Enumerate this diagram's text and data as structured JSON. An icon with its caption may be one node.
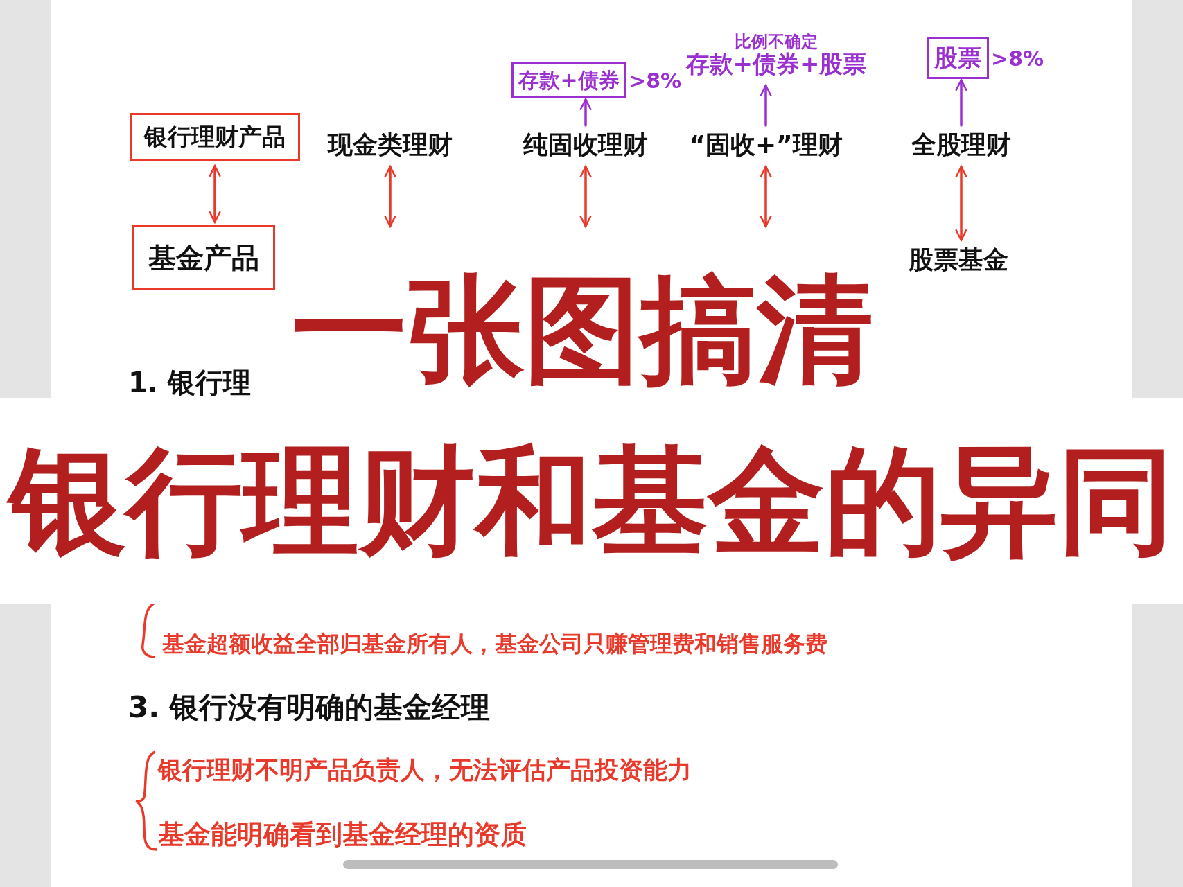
{
  "diagram": {
    "title": "一张图搞清",
    "nodes": [
      {
        "text": [
          "银行理财产品"
        ]
      },
      {
        "text": [
          "基金产品"
        ]
      },
      {
        "text": [
          "现金类理财"
        ]
      },
      {
        "text": [
          "纯固收理财"
        ]
      },
      {
        "text": [
          "“固收+”理财"
        ]
      },
      {
        "text": [
          "全股理财"
        ]
      },
      {
        "text": [
          "股票基金"
        ]
      },
      {
        "text": [
          "存款+债券"
        ],
        "beside": [
          ">8%"
        ]
      },
      {
        "text": [
          "比例不确定",
          "存款+债券+股票"
        ]
      },
      {
        "text": [
          "股票"
        ],
        "beside": [
          ">8%"
        ]
      }
    ],
    "edges": [
      {
        "from": 0,
        "to": 1,
        "arrow": "both"
      },
      {
        "from": 2,
        "to": null,
        "arrow": "both"
      },
      {
        "from": 3,
        "to": null,
        "arrow": "both"
      },
      {
        "from": 4,
        "to": null,
        "arrow": "both"
      },
      {
        "from": 5,
        "to": 6,
        "arrow": "both"
      },
      {
        "from": 3,
        "to": 7,
        "arrow": "to",
        "color": "#9b30d0"
      },
      {
        "from": 4,
        "to": 8,
        "arrow": "to",
        "color": "#9b30d0"
      },
      {
        "from": 5,
        "to": 9,
        "arrow": "to",
        "color": "#9b30d0"
      }
    ],
    "labels": [
      "1. 银行理",
      "银行理财和基金的异同",
      "基金超额收益全部归基金所有人，基金公司只赚管理费和销售服务费",
      "3. 银行没有明确的基金经理",
      "银行理财不明产品负责人，无法评估产品投资能力",
      "基金能明确看到基金经理的资质"
    ]
  }
}
